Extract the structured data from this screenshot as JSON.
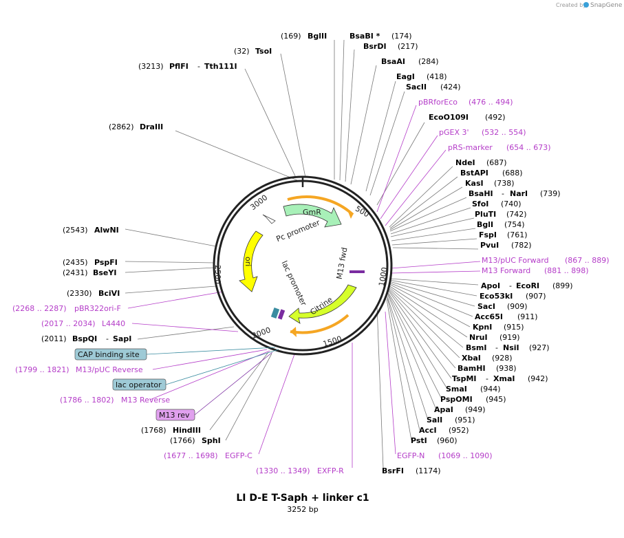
{
  "credit": {
    "created_by": "Created by",
    "brand": "SnapGene"
  },
  "title": "LI D-E T-Saph + linker c1",
  "length_label": "3252 bp",
  "colors": {
    "primer": "#b43cc8",
    "feature_box": "#9ecad6",
    "feature_box_purple": "#e0a0ee",
    "gmr": "#a8f0b8",
    "ori": "#ffff00",
    "citrine": "#d6ff2a",
    "orange": "#f5a623"
  },
  "ring_ticks": [
    "3000",
    "500",
    "1000",
    "1500",
    "2000",
    "2500"
  ],
  "feature_labels": [
    "GmR",
    "Pc promoter",
    "ori",
    "lac promoter",
    "M13 fwd",
    "Citrine"
  ],
  "sites_top": [
    {
      "pos": "(169)",
      "name": "BglII"
    },
    {
      "pos": "(174)",
      "name": "BsaBI *"
    },
    {
      "pos": "(217)",
      "name": "BsrDI"
    },
    {
      "pos": "(32)",
      "name": "TsoI"
    },
    {
      "pos": "(3213)",
      "name": "PflFI",
      "name2": "Tth111I"
    },
    {
      "pos": "(284)",
      "name": "BsaAI"
    },
    {
      "pos": "(418)",
      "name": "EagI"
    },
    {
      "pos": "(424)",
      "name": "SacII"
    },
    {
      "pos": "(492)",
      "name": "EcoO109I"
    },
    {
      "pos": "(2862)",
      "name": "DraIII"
    }
  ],
  "primers_right_top": [
    {
      "name": "pBRforEco",
      "range": "(476 .. 494)"
    },
    {
      "name": "pGEX 3'",
      "range": "(532 .. 554)"
    },
    {
      "name": "pRS-marker",
      "range": "(654 .. 673)"
    }
  ],
  "sites_right": [
    {
      "name": "NdeI",
      "pos": "(687)"
    },
    {
      "name": "BstAPI",
      "pos": "(688)"
    },
    {
      "name": "KasI",
      "pos": "(738)"
    },
    {
      "name": "BsaHI",
      "name2": "NarI",
      "pos": "(739)"
    },
    {
      "name": "SfoI",
      "pos": "(740)"
    },
    {
      "name": "PluTI",
      "pos": "(742)"
    },
    {
      "name": "BglI",
      "pos": "(754)"
    },
    {
      "name": "FspI",
      "pos": "(761)"
    },
    {
      "name": "PvuI",
      "pos": "(782)"
    }
  ],
  "primers_right_mid": [
    {
      "name": "M13/pUC Forward",
      "range": "(867 .. 889)"
    },
    {
      "name": "M13 Forward",
      "range": "(881 .. 898)"
    }
  ],
  "sites_right_lower": [
    {
      "name": "ApoI",
      "name2": "EcoRI",
      "pos": "(899)"
    },
    {
      "name": "Eco53kI",
      "pos": "(907)"
    },
    {
      "name": "SacI",
      "pos": "(909)"
    },
    {
      "name": "Acc65I",
      "pos": "(911)"
    },
    {
      "name": "KpnI",
      "pos": "(915)"
    },
    {
      "name": "NruI",
      "pos": "(919)"
    },
    {
      "name": "BsmI",
      "name2": "NsiI",
      "pos": "(927)"
    },
    {
      "name": "XbaI",
      "pos": "(928)"
    },
    {
      "name": "BamHI",
      "pos": "(938)"
    },
    {
      "name": "TspMI",
      "name2": "XmaI",
      "pos": "(942)"
    },
    {
      "name": "SmaI",
      "pos": "(944)"
    },
    {
      "name": "PspOMI",
      "pos": "(945)"
    },
    {
      "name": "ApaI",
      "pos": "(949)"
    },
    {
      "name": "SalI",
      "pos": "(951)"
    },
    {
      "name": "AccI",
      "pos": "(952)"
    },
    {
      "name": "PstI",
      "pos": "(960)"
    }
  ],
  "primers_bottom_right": [
    {
      "name": "EGFP-N",
      "range": "(1069 .. 1090)"
    }
  ],
  "sites_bottom": [
    {
      "name": "BsrFI",
      "pos": "(1174)"
    }
  ],
  "primers_bottom": [
    {
      "name": "EXFP-R",
      "range": "(1330 .. 1349)"
    },
    {
      "name": "EGFP-C",
      "range": "(1677 .. 1698)"
    }
  ],
  "sites_left": [
    {
      "pos": "(2543)",
      "name": "AlwNI"
    },
    {
      "pos": "(2435)",
      "name": "PspFI"
    },
    {
      "pos": "(2431)",
      "name": "BseYI"
    },
    {
      "pos": "(2330)",
      "name": "BciVI"
    },
    {
      "pos": "(2011)",
      "name": "BspQI",
      "name2": "SapI"
    },
    {
      "pos": "(1768)",
      "name": "HindIII"
    },
    {
      "pos": "(1766)",
      "name": "SphI"
    }
  ],
  "primers_left": [
    {
      "range": "(2268 .. 2287)",
      "name": "pBR322ori-F"
    },
    {
      "range": "(2017 .. 2034)",
      "name": "L4440"
    },
    {
      "range": "(1799 .. 1821)",
      "name": "M13/pUC Reverse"
    },
    {
      "range": "(1786 .. 1802)",
      "name": "M13 Reverse"
    }
  ],
  "feature_boxes": [
    {
      "label": "CAP binding site"
    },
    {
      "label": "lac operator"
    },
    {
      "label": "M13 rev"
    }
  ]
}
